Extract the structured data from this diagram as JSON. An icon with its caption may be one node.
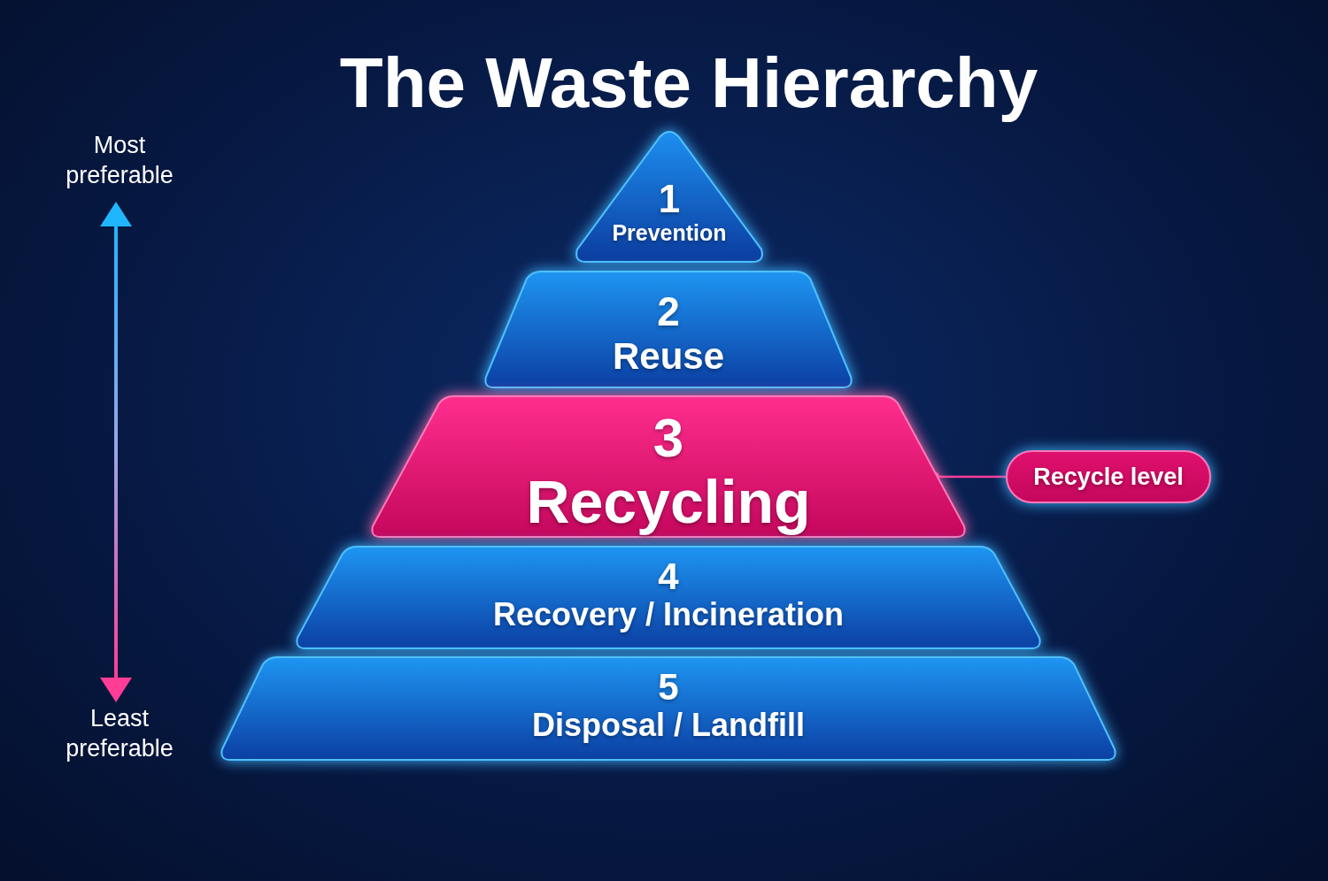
{
  "diagram": {
    "title": "The Waste Hierarchy",
    "nodes": [
      {
        "text": [
          "1",
          "Prevention"
        ]
      },
      {
        "text": [
          "2",
          "Reuse"
        ]
      },
      {
        "text": [
          "3",
          "Recycling"
        ]
      },
      {
        "text": [
          "4",
          "Recovery / Incineration"
        ]
      },
      {
        "text": [
          "5",
          "Disposal / Landfill"
        ]
      },
      {
        "text": [
          "Recycle level"
        ]
      }
    ],
    "edges": [
      {
        "from": 5,
        "to": 2,
        "arrow": "other"
      }
    ],
    "labels": [
      "Most preferable",
      "Least preferable"
    ]
  }
}
